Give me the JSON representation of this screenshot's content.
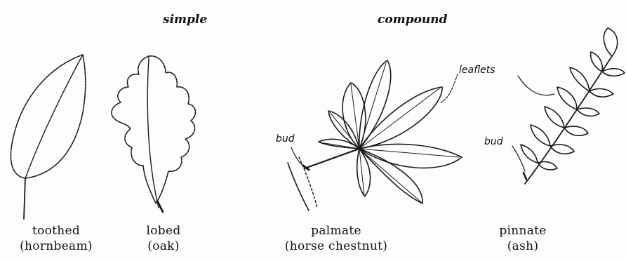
{
  "headings": {
    "simple": "simple",
    "compound": "compound"
  },
  "leaves": [
    {
      "id": "toothed",
      "type": "toothed",
      "example": "(hornbeam)"
    },
    {
      "id": "lobed",
      "type": "lobed",
      "example": "(oak)"
    },
    {
      "id": "palmate",
      "type": "palmate",
      "example": "(horse chestnut)"
    },
    {
      "id": "pinnate",
      "type": "pinnate",
      "example": "(ash)"
    }
  ],
  "annotations": {
    "leaflets": "leaflets",
    "bud_palmate": "bud",
    "bud_pinnate": "bud"
  }
}
